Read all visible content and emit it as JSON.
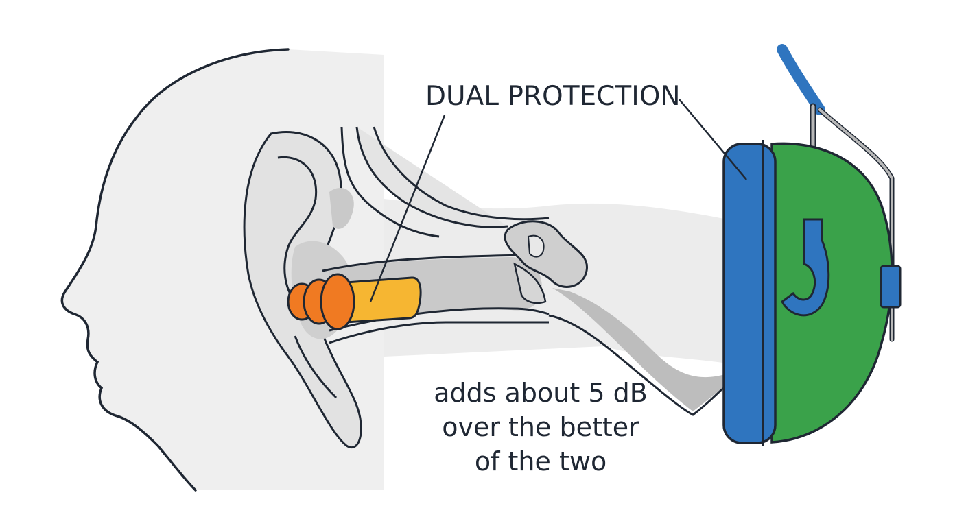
{
  "diagram": {
    "title": "DUAL PROTECTION",
    "note_lines": [
      "adds about 5 dB",
      "over the better",
      "of the two"
    ],
    "components": {
      "head": "head-silhouette",
      "earplug": "foam-earplug",
      "earmuff": "earmuff"
    },
    "colors": {
      "outline": "#1f2733",
      "head_fill": "#efefef",
      "canal_fill": "#c9c9c9",
      "earplug_orange": "#f07a22",
      "earplug_stem": "#f6b632",
      "earmuff_blue": "#2f75bf",
      "earmuff_green": "#3aa24a",
      "headband_gray": "#b8b8b8"
    }
  }
}
